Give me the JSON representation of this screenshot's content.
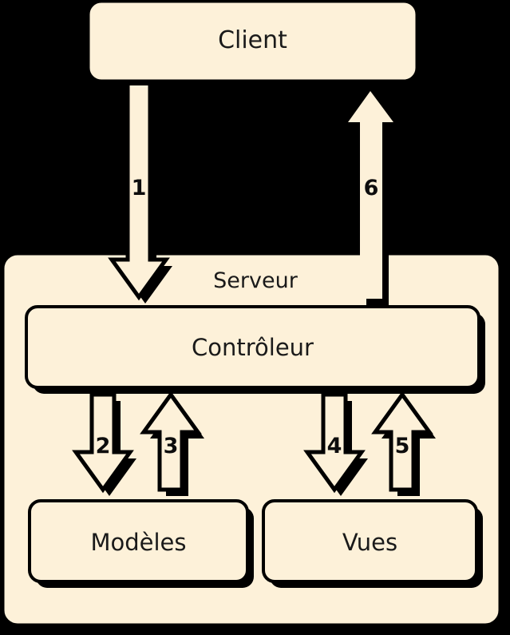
{
  "diagram": {
    "title_semantic": "mvc-client-server-flow",
    "background_color": "#000000",
    "fill_color": "#FDF1D9",
    "stroke_color": "#000000",
    "text_color": "#1A1A1A",
    "nodes": [
      {
        "id": "client",
        "label": "Client"
      },
      {
        "id": "serveur",
        "label": "Serveur"
      },
      {
        "id": "controleur",
        "label": "Contrôleur"
      },
      {
        "id": "modeles",
        "label": "Modèles"
      },
      {
        "id": "vues",
        "label": "Vues"
      }
    ],
    "arrows": [
      {
        "id": "arrow-1",
        "label": "1",
        "direction": "down",
        "from": "client",
        "to": "controleur",
        "outlined": true
      },
      {
        "id": "arrow-2",
        "label": "2",
        "direction": "down",
        "from": "controleur",
        "to": "modeles",
        "outlined": true
      },
      {
        "id": "arrow-3",
        "label": "3",
        "direction": "up",
        "from": "modeles",
        "to": "controleur",
        "outlined": true
      },
      {
        "id": "arrow-4",
        "label": "4",
        "direction": "down",
        "from": "controleur",
        "to": "vues",
        "outlined": true
      },
      {
        "id": "arrow-5",
        "label": "5",
        "direction": "up",
        "from": "vues",
        "to": "controleur",
        "outlined": true
      },
      {
        "id": "arrow-6",
        "label": "6",
        "direction": "up",
        "from": "controleur",
        "to": "client",
        "outlined": false
      }
    ]
  }
}
